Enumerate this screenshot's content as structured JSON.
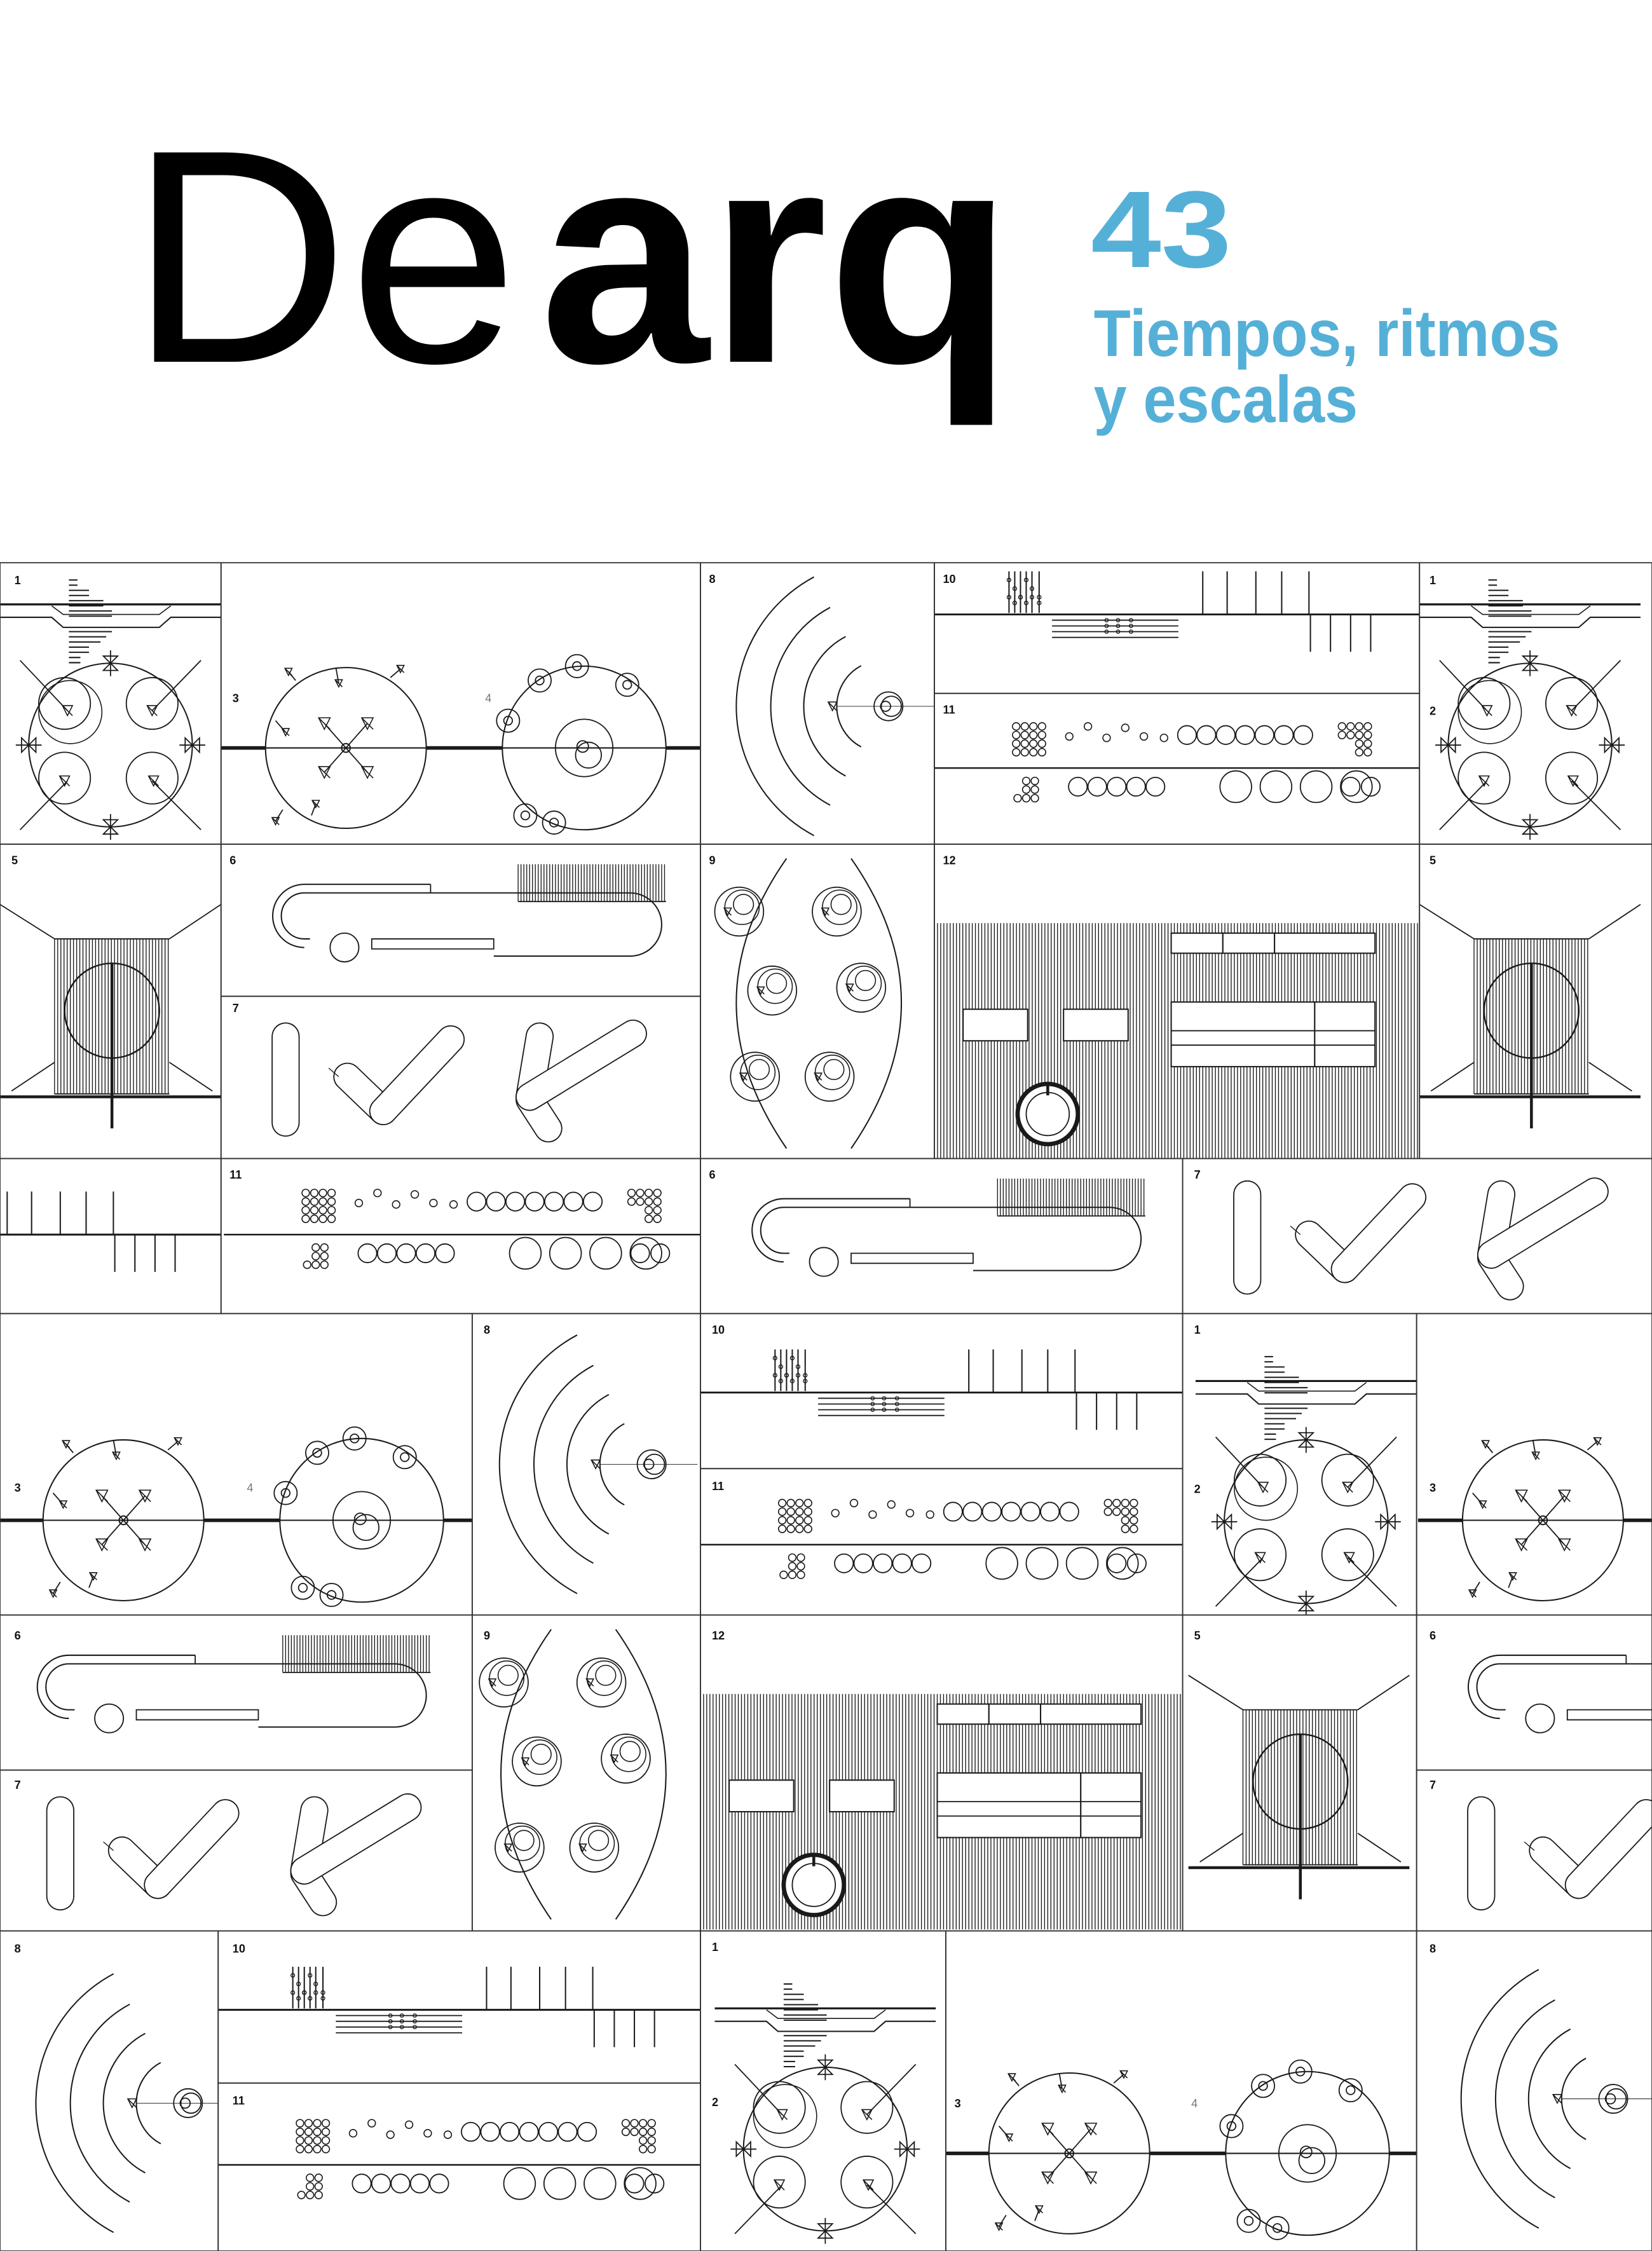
{
  "masthead": {
    "brand_light": "De",
    "brand_bold": "arq",
    "issue_number": "43",
    "theme_line1": "Tiempos, ritmos",
    "theme_line2": "y escalas"
  },
  "colors": {
    "brand": "#000000",
    "accent": "#55b0d8",
    "background": "#ffffff",
    "drawing_ink": "#1a1a1a"
  },
  "drawing_grid": {
    "panel_labels": [
      "1",
      "3",
      "4",
      "8",
      "10",
      "11",
      "1",
      "2",
      "5",
      "6",
      "7",
      "9",
      "12",
      "5",
      "11",
      "6",
      "7",
      "3",
      "4",
      "8",
      "10",
      "11",
      "1",
      "2",
      "3",
      "6",
      "7",
      "9",
      "12",
      "5",
      "6",
      "7",
      "8",
      "10",
      "11",
      "1",
      "2",
      "3",
      "4",
      "8"
    ]
  }
}
